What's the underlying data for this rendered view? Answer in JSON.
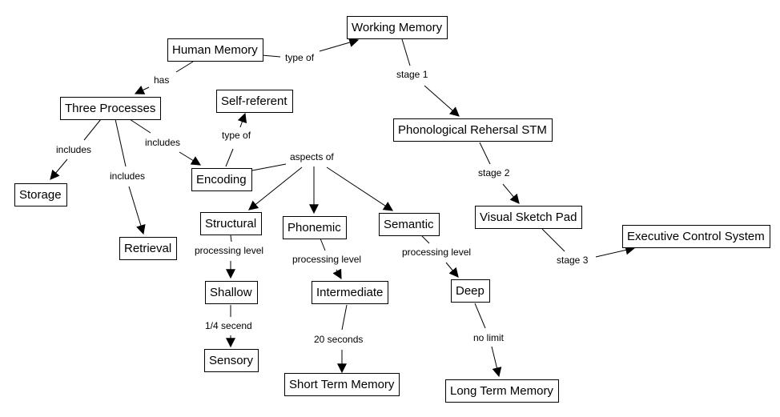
{
  "title": "Human Memory concept map",
  "nodes": {
    "human_memory": "Human Memory",
    "working_memory": "Working Memory",
    "three_processes": "Three Processes",
    "self_referent": "Self-referent",
    "phonological": "Phonological Rehersal STM",
    "encoding": "Encoding",
    "storage": "Storage",
    "retrieval": "Retrieval",
    "structural": "Structural",
    "phonemic": "Phonemic",
    "semantic": "Semantic",
    "visual_sketch_pad": "Visual Sketch Pad",
    "executive_control": "Executive Control System",
    "shallow": "Shallow",
    "intermediate": "Intermediate",
    "deep": "Deep",
    "sensory": "Sensory",
    "short_term_memory": "Short Term Memory",
    "long_term_memory": "Long Term Memory"
  },
  "links": {
    "type_of_wm": "type of",
    "has": "has",
    "stage1": "stage 1",
    "type_of_sr": "type of",
    "includes_storage": "includes",
    "includes_encoding": "includes",
    "includes_retrieval": "includes",
    "aspects_of": "aspects of",
    "stage2": "stage 2",
    "proc_structural": "processing level",
    "proc_phonemic": "processing level",
    "proc_semantic": "processing level",
    "stage3": "stage 3",
    "quarter_second": "1/4 secend",
    "twenty_seconds": "20 seconds",
    "no_limit": "no limit"
  }
}
